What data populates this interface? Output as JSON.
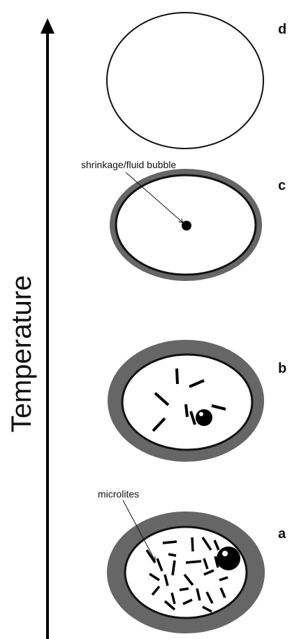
{
  "axis": {
    "label": "Temperature"
  },
  "stages": [
    {
      "id": "d",
      "label": "d"
    },
    {
      "id": "c",
      "label": "c"
    },
    {
      "id": "b",
      "label": "b"
    },
    {
      "id": "a",
      "label": "a"
    }
  ],
  "annotations": {
    "bubble": "shrinkage/fluid bubble",
    "microlites": "microlites"
  },
  "colors": {
    "rim": "#666666",
    "outline": "#111111",
    "interior": "#ffffff",
    "background": "#ffffff"
  }
}
